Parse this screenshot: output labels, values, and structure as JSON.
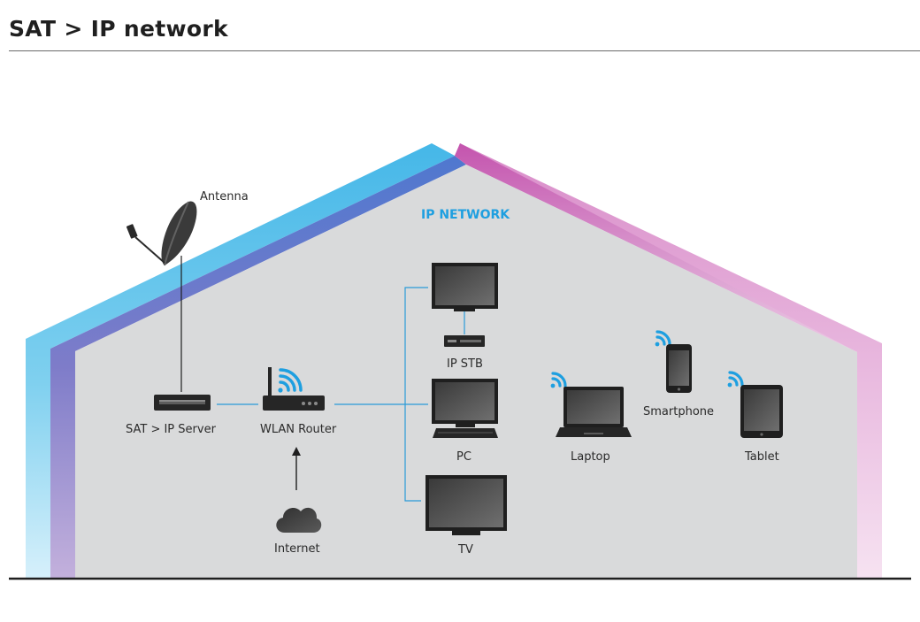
{
  "title": "SAT > IP network",
  "network_label": "IP NETWORK",
  "nodes": {
    "antenna": "Antenna",
    "sat_ip_server": "SAT > IP Server",
    "wlan_router": "WLAN Router",
    "internet": "Internet",
    "ip_stb": "IP STB",
    "pc": "PC",
    "tv": "TV",
    "laptop": "Laptop",
    "smartphone": "Smartphone",
    "tablet": "Tablet"
  },
  "colors": {
    "house_fill": "#d9dadb",
    "roof_left_outer": "#5cc3ea",
    "roof_left_inner": "#6a7fcf",
    "roof_right_outer": "#e6a6d6",
    "roof_right_inner": "#cc62b4",
    "link": "#2a9bd8",
    "wifi": "#1e9fe0",
    "device": "#242424"
  }
}
